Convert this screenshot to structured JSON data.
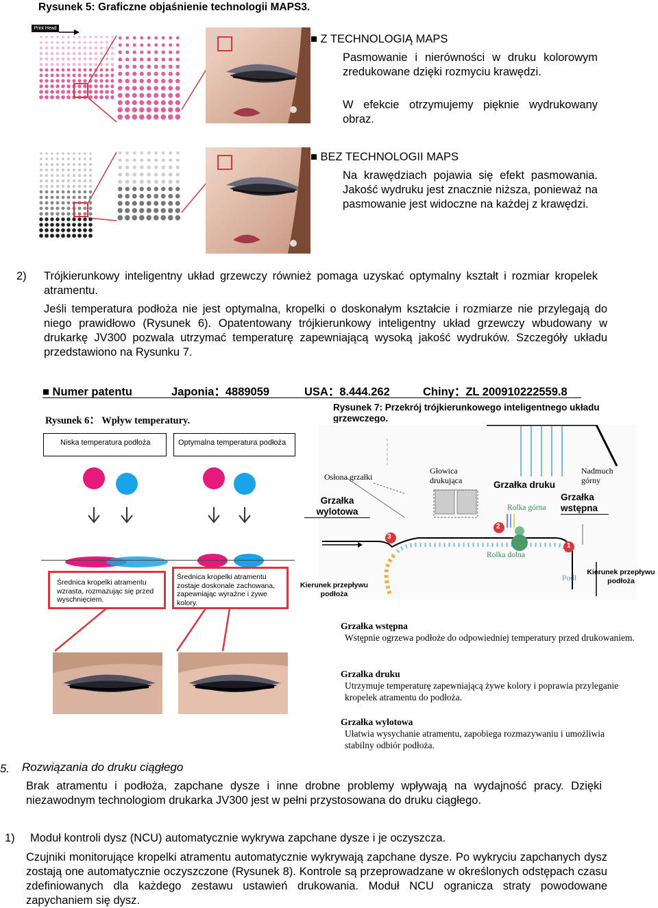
{
  "fig5_caption": "Rysunek 5: Graficzne objaśnienie technologii MAPS3.",
  "print_head_label": "Print Head",
  "with_maps": {
    "heading": "■ Z TECHNOLOGIĄ MAPS",
    "p1": "Pasmowanie i nierówności w druku kolorowym zredukowane dzięki rozmyciu krawędzi.",
    "p2": "W efekcie otrzymujemy pięknie wydrukowany obraz."
  },
  "without_maps": {
    "heading": "■ BEZ TECHNOLOGII MAPS",
    "p1": "Na krawędziach pojawia się efekt pasmowania. Jakość wydruku jest znacznie niższa, ponieważ na pasmowanie jest widoczne na każdej z krawędzi."
  },
  "item2": {
    "num": "2)",
    "lead": "Trójkierunkowy inteligentny układ grzewczy również pomaga uzyskać optymalny kształt i rozmiar kropelek atramentu.",
    "body": "Jeśli temperatura podłoża nie jest optymalna, kropelki o doskonałym kształcie i rozmiarze nie przylegają do niego prawidłowo (Rysunek 6). Opatentowany trójkierunkowy inteligentny układ grzewczy wbudowany w drukarkę JV300 pozwala utrzymać temperaturę zapewniającą wysoką jakość wydruków. Szczegóły układu przedstawiono na Rysunku 7."
  },
  "patent": {
    "label": "■ Numer patentu",
    "japan": "Japonia：4889059",
    "usa": "USA：8.444.262",
    "china": "Chiny：ZL 200910222559.8"
  },
  "fig6": {
    "caption": "Rysunek 6： Wpływ temperatury.",
    "low_label": "Niska temperatura podłoża",
    "opt_label": "Optymalna temperatura podłoża",
    "low_desc": "Średnica kropelki atramentu wzrasta, rozmazując się przed wyschnięciem.",
    "opt_desc": "Średnica kropelki atramentu zostaje doskonale zachowana, zapewniając wyraźne i żywe kolory."
  },
  "fig7": {
    "caption": "Rysunek 7: Przekrój trójkierunkowego inteligentnego układu grzewczego.",
    "heater_cover": "Osłona grzałki",
    "head": "Głowica drukująca",
    "top_blow": "Nadmuch górny",
    "dry_heater": "Grzałka wylotowa",
    "print_heater": "Grzałka druku",
    "pre_heater": "Grzałka wstępna",
    "upper_roller": "Rolka górna",
    "lower_roller": "Rolka dolna",
    "flow_left": "Kierunek przepływu podłoża",
    "flow_right": "Kierunek przepływu podłoża",
    "media": "Podł",
    "n1": "1",
    "n2": "2",
    "n3": "3"
  },
  "heaters_desc": [
    {
      "title": "Grzałka wstępna",
      "text": "Wstępnie ogrzewa podłoże do odpowiedniej temperatury przed drukowaniem."
    },
    {
      "title": "Grzałka druku",
      "text": "Utrzymuje temperaturę zapewniającą żywe kolory i poprawia przyleganie kropelek atramentu do podłoża."
    },
    {
      "title": "Grzałka wylotowa",
      "text": "Ułatwia wysychanie atramentu, zapobiega rozmazywaniu i umożliwia stabilny odbiór podłoża."
    }
  ],
  "section5": {
    "num": "5.",
    "title": "Rozwiązania do druku ciągłego",
    "body": "Brak atramentu i podłoża, zapchane dysze i inne drobne problemy wpływają na wydajność pracy. Dzięki niezawodnym technologiom drukarka JV300 jest w pełni przystosowana do druku ciągłego."
  },
  "item1": {
    "num": "1)",
    "lead": "Moduł kontroli dysz (NCU) automatycznie wykrywa zapchane dysze i je oczyszcza.",
    "body": "Czujniki monitorujące kropelki atramentu automatycznie wykrywają zapchane dysze. Po wykryciu zapchanych dysz zostają one automatycznie oczyszczone (Rysunek 8). Kontrole są przeprowadzane w określonych odstępach czasu zdefiniowanych dla każdego zestawu ustawień drukowania. Moduł NCU ogranicza straty powodowane zapychaniem się dysz."
  },
  "colors": {
    "red": "#d6383d",
    "magenta": "#e6197c",
    "cyan": "#1aa3e6",
    "pink_dot": "#e0609e",
    "grey_dot": "#888888"
  }
}
